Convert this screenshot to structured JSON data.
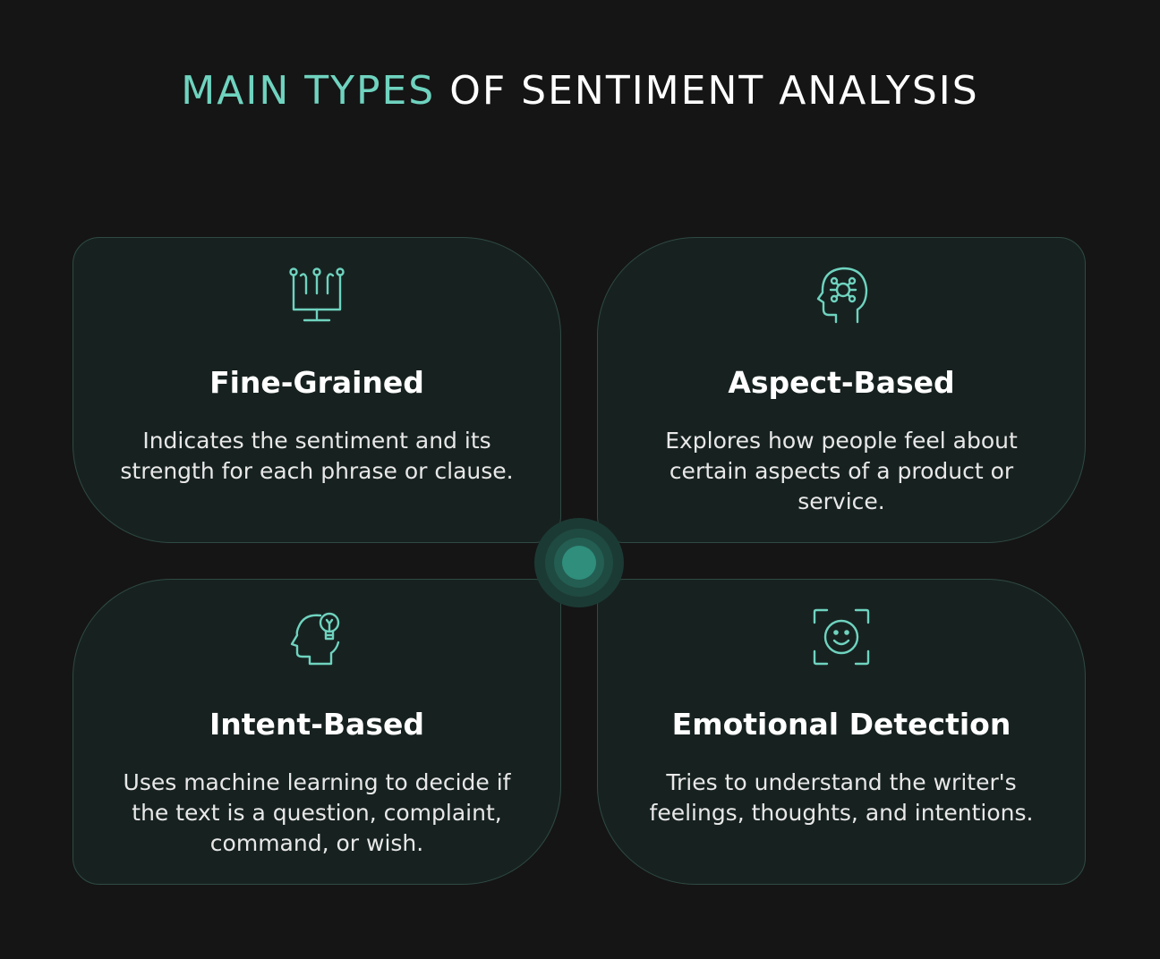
{
  "title": {
    "accent": "MAIN TYPES",
    "rest": "OF SENTIMENT ANALYSIS"
  },
  "colors": {
    "background": "#151515",
    "accent": "#6fd3bf",
    "card": "#172220",
    "card_border": "#2f4a43",
    "hub": "#2f8e7c"
  },
  "cards": [
    {
      "icon": "circuit-monitor-icon",
      "title": "Fine-Grained",
      "text": "Indicates the sentiment and its strength for each phrase or clause."
    },
    {
      "icon": "ai-head-icon",
      "title": "Aspect-Based",
      "text": "Explores how people feel about certain aspects of a product or service."
    },
    {
      "icon": "head-lightbulb-icon",
      "title": "Intent-Based",
      "text": "Uses machine learning to decide if the text is a question, complaint, command, or wish."
    },
    {
      "icon": "face-scan-smile-icon",
      "title": "Emotional Detection",
      "text": "Tries to understand the writer's feelings, thoughts, and intentions."
    }
  ]
}
